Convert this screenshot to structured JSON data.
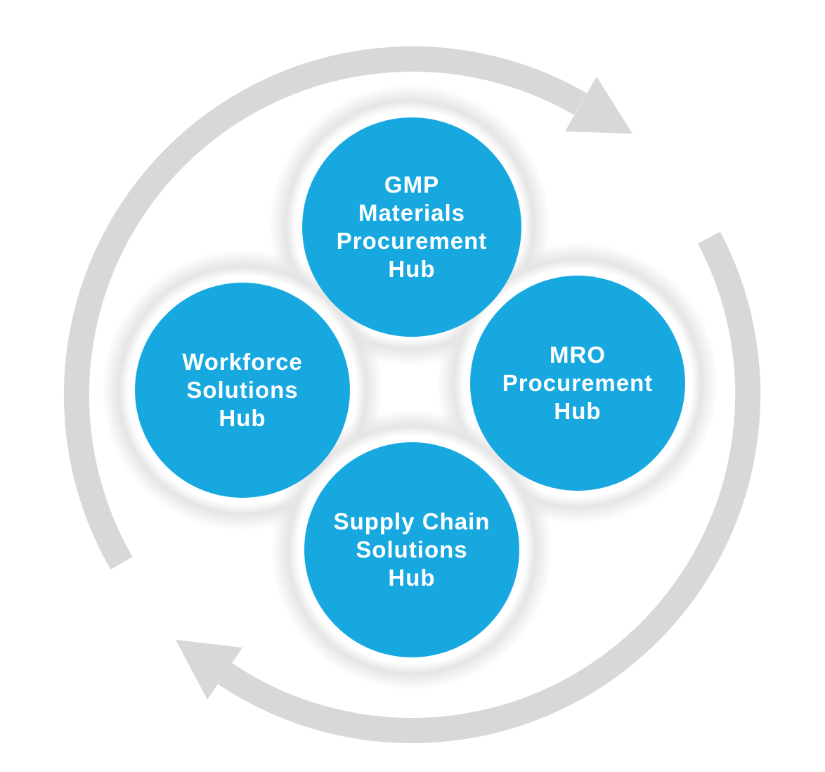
{
  "diagram": {
    "hubs": [
      {
        "label": "GMP Materials Procurement Hub",
        "lines": [
          "GMP",
          "Materials",
          "Procurement",
          "Hub"
        ]
      },
      {
        "label": "MRO Procurement Hub",
        "lines": [
          "MRO",
          "Procurement",
          "Hub"
        ]
      },
      {
        "label": "Workforce Solutions Hub",
        "lines": [
          "Workforce",
          "Solutions",
          "Hub"
        ]
      },
      {
        "label": "Supply Chain Solutions Hub",
        "lines": [
          "Supply Chain",
          "Solutions",
          "Hub"
        ]
      }
    ],
    "arrow": {
      "direction": "clockwise"
    },
    "colors": {
      "hub_fill": "#18a8e0",
      "hub_text": "#ffffff",
      "arrow": "#d8d8d8",
      "halo": "#e5e5e5"
    }
  }
}
